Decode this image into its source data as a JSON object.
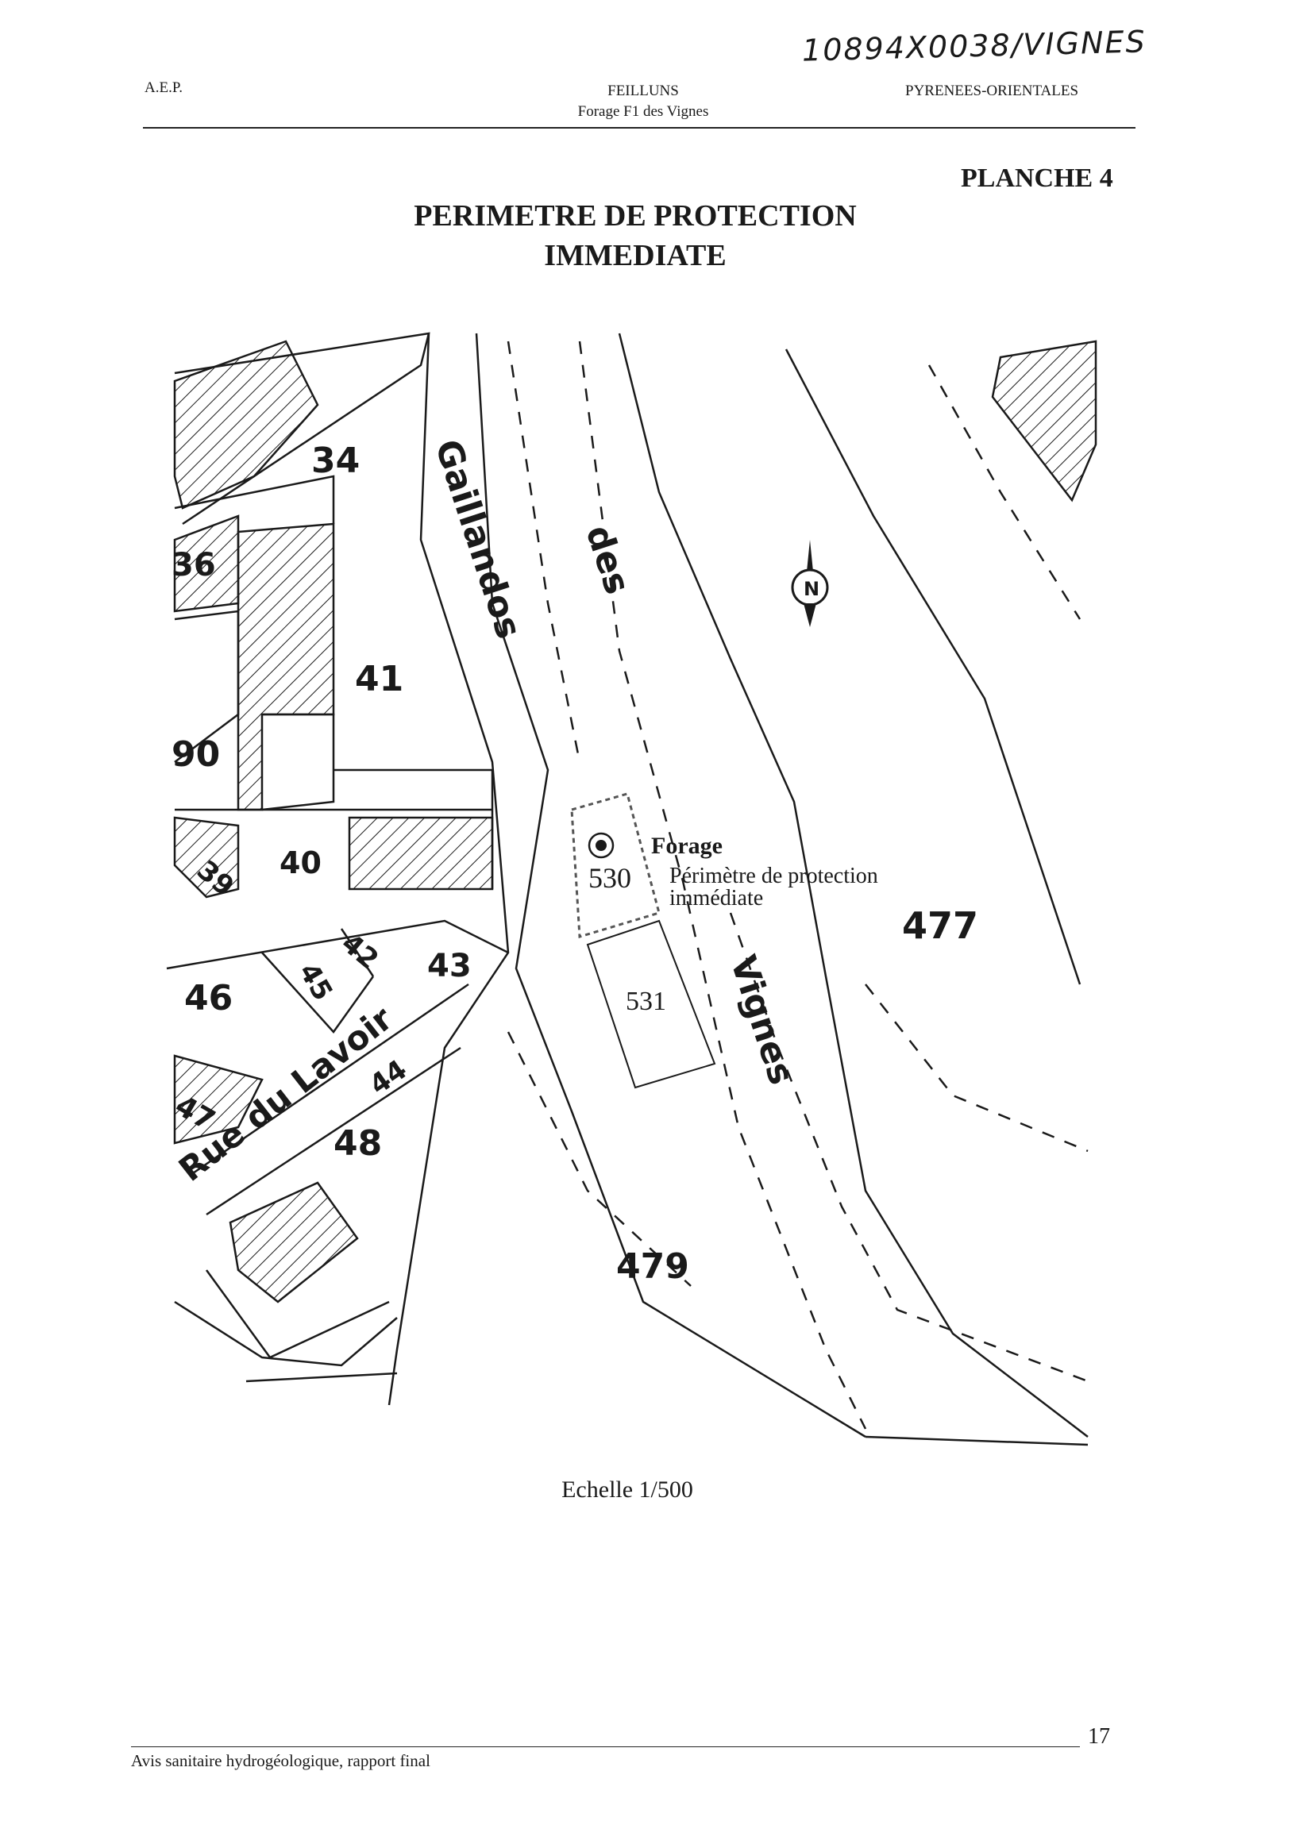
{
  "header": {
    "handwritten_ref": "10894X0038/VIGNES",
    "left": "A.E.P.",
    "center_line1": "FEILLUNS",
    "center_line2": "Forage F1 des Vignes",
    "right": "PYRENEES-ORIENTALES"
  },
  "plate_label": "PLANCHE 4",
  "title_line1": "PERIMETRE DE PROTECTION",
  "title_line2": "IMMEDIATE",
  "map": {
    "street_gaillandos": "Gaillandos",
    "street_des": "des",
    "street_vignes": "Vignes",
    "street_lavoir": "Rue du Lavoir",
    "north_symbol": "N",
    "forage_label": "Forage",
    "perimeter_label_line1": "Périmètre de protection",
    "perimeter_label_line2": "immédiate",
    "parcels": {
      "p34": "34",
      "p36": "36",
      "p41": "41",
      "p90": "90",
      "p39": "39",
      "p40": "40",
      "p42": "42",
      "p45": "45",
      "p43": "43",
      "p46": "46",
      "p44": "44",
      "p47": "47",
      "p48": "48",
      "p530": "530",
      "p531": "531",
      "p477": "477",
      "p479": "479"
    }
  },
  "scale": "Echelle 1/500",
  "footer": {
    "text": "Avis sanitaire hydrogéologique, rapport final",
    "page_number": "17"
  }
}
